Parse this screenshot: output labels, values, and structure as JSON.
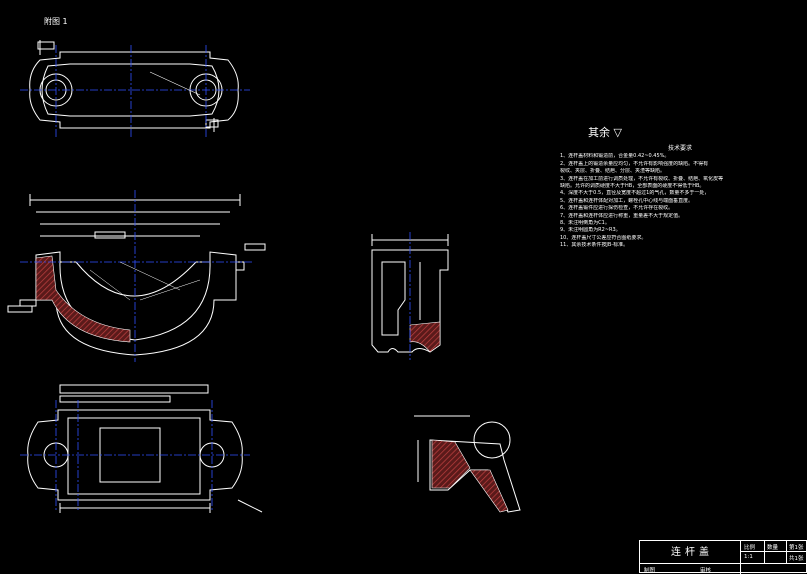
{
  "view_label": "附图 1",
  "surface_finish": "其余",
  "technical_requirements": {
    "title": "技术要求",
    "lines": [
      "1、连杆盖材料和锻造前，合金量0.42~0.45%。",
      "2、连杆盖上的锻造余量应均匀，不允许有影响强度的缺陷。不得有",
      "裂纹、夹层、折叠、结疤、分层、夹渣等缺陷。",
      "3、连杆盖在加工前进行调质处理，不允许有裂纹、折叠、结疤、氧化皮等",
      "缺陷。允许的调质硬度不大于HB，全部表面的硬度不得低于HB。",
      "4、深度不大于0.5，直径及宽度不超过1的气孔，数量不多于一处，",
      "5、连杆盖和连杆体配对加工，螺栓孔中心线与端面垂直度。",
      "6、连杆盖锻件应进行探伤检查，不允许存在裂纹。",
      "7、连杆盖和连杆体应进行称重，重量差不大于规定值。",
      "8、未注明倒角为C1。",
      "9、未注明圆角为R2~R3。",
      "10、连杆盖尺寸公差应符合图纸要求。",
      "11、其余技术条件按JB-标准。"
    ]
  },
  "title_block": {
    "part_name": "连杆盖",
    "col_labels": [
      "比例",
      "数量",
      "第1张"
    ],
    "scale": "1:1",
    "sheets": "共1张",
    "bottom_left": "制图",
    "bottom_mid": "审核"
  }
}
